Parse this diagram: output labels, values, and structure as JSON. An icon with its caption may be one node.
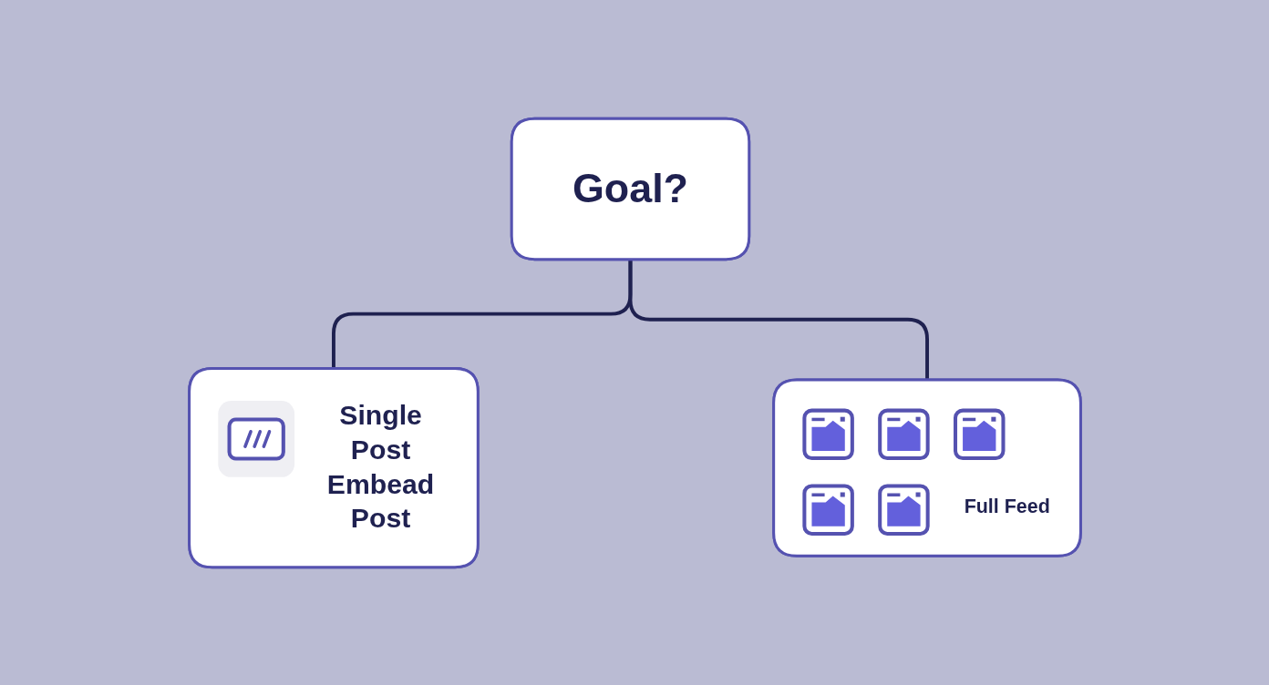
{
  "diagram": {
    "nodes": [
      {
        "text": [
          "Goal?"
        ]
      },
      {
        "text": [
          "Single Post",
          "Embead Post"
        ]
      },
      {
        "text": [
          "Full Feed"
        ]
      }
    ],
    "edges": [
      {
        "from": 0,
        "to": 1,
        "arrow": "none"
      },
      {
        "from": 0,
        "to": 2,
        "arrow": "none"
      }
    ]
  }
}
